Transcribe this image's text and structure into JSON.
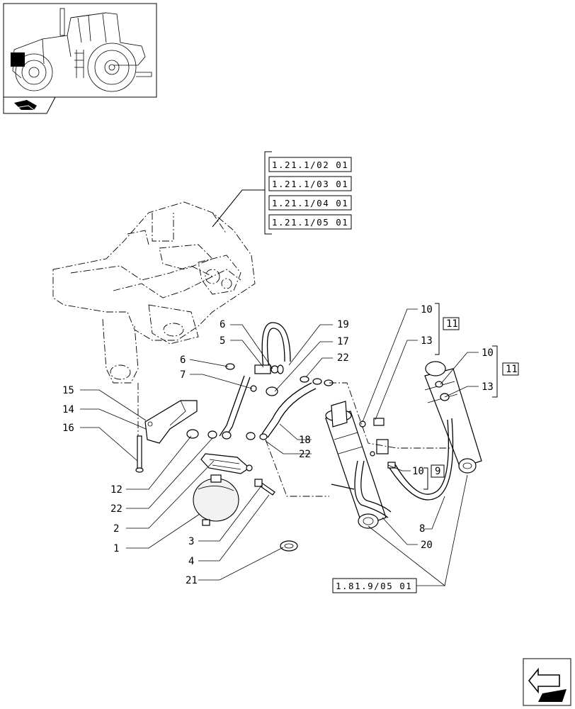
{
  "thumbnail": {
    "kind": "tractor-illustration"
  },
  "corner_nav": {
    "kind": "next-page-arrow"
  },
  "reference_boxes": {
    "group_top": [
      "1.21.1/02 01",
      "1.21.1/03 01",
      "1.21.1/04 01",
      "1.21.1/05 01"
    ],
    "bottom": "1.81.9/05 01"
  },
  "boxed_callouts": {
    "b11_a": "11",
    "b11_b": "11",
    "b9": "9"
  },
  "callouts": {
    "c6a": "6",
    "c5": "5",
    "c6b": "6",
    "c7": "7",
    "c19": "19",
    "c17": "17",
    "c22a": "22",
    "c18": "18",
    "c22b": "22",
    "c15": "15",
    "c14": "14",
    "c16": "16",
    "c12": "12",
    "c22c": "22",
    "c2": "2",
    "c1": "1",
    "c3": "3",
    "c4": "4",
    "c21": "21",
    "c10a": "10",
    "c13a": "13",
    "c10b": "10",
    "c13b": "13",
    "c10c": "10",
    "c8": "8",
    "c20": "20"
  }
}
